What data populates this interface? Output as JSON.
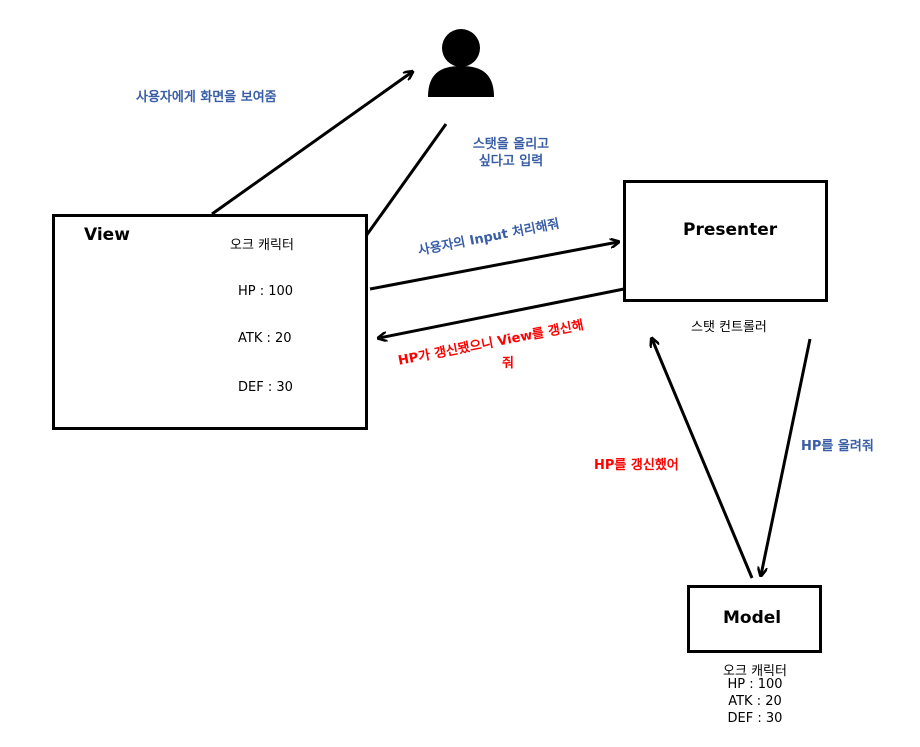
{
  "view": {
    "title": "View",
    "character_label": "오크 캐릭터",
    "stats": [
      {
        "label": "HP : 100"
      },
      {
        "label": "ATK : 20"
      },
      {
        "label": "DEF : 30"
      }
    ]
  },
  "presenter": {
    "title": "Presenter",
    "caption": "스탯 컨트롤러"
  },
  "model": {
    "title": "Model",
    "info_lines": [
      "오크 캐릭터",
      "HP : 100",
      "ATK : 20",
      "DEF : 30"
    ]
  },
  "arrows": {
    "view_to_user": "사용자에게 화면을 보여줌",
    "user_to_view": [
      "스탯을 올리고",
      "싶다고 입력"
    ],
    "view_to_presenter": "사용자의 Input 처리해줘",
    "presenter_to_view": [
      "HP가 갱신됐으니 View를 갱신해",
      "줘"
    ],
    "presenter_to_model": "HP를 올려줘",
    "model_to_presenter": "HP를 갱신했어"
  },
  "icons": {
    "user": "user-icon",
    "character": "monster-face-icon",
    "stat_button": "triangle-up-icon"
  },
  "colors": {
    "blue_label": "#3a5ea6",
    "red_label": "#ff0000"
  }
}
